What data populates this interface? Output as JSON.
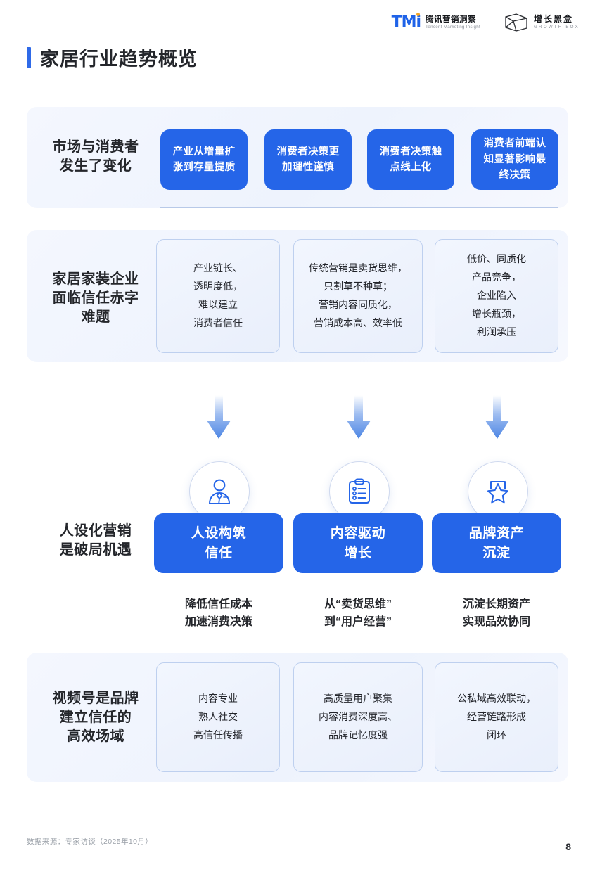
{
  "header": {
    "tmi_mark": "TMi",
    "tmi_cn": "腾讯营销洞察",
    "tmi_en": "Tencent Marketing Insight",
    "gb_cn": "增长黑盒",
    "gb_en": "GROWTH BOX"
  },
  "page_title": "家居行业趋势概览",
  "sections": [
    {
      "label": "市场与消费者\n发生了变化",
      "label_lines": [
        "市场与消费者",
        "发生了变化"
      ],
      "cards": [
        "产业从增量扩张到存量提质",
        "消费者决策更加理性谨慎",
        "消费者决策触点线上化",
        "消费者前端认知显著影响最终决策"
      ],
      "card_lines": [
        [
          "产业从增量扩",
          "张到存量提质"
        ],
        [
          "消费者决策更",
          "加理性谨慎"
        ],
        [
          "消费者决策触",
          "点线上化"
        ],
        [
          "消费者前端认",
          "知显著影响最",
          "终决策"
        ]
      ]
    },
    {
      "label_lines": [
        "家居家装企业",
        "面临信任赤字",
        "难题"
      ],
      "card_lines": [
        [
          "产业链长、",
          "透明度低，",
          "难以建立",
          "消费者信任"
        ],
        [
          "传统营销是卖货思维，",
          "只割草不种草；",
          "营销内容同质化，",
          "营销成本高、效率低"
        ],
        [
          "低价、同质化",
          "产品竞争，",
          "企业陷入",
          "增长瓶颈，",
          "利润承压"
        ]
      ]
    },
    {
      "label_lines": [
        "人设化营销",
        "是破局机遇"
      ],
      "items": [
        {
          "icon": "persona-icon",
          "cta_lines": [
            "人设构筑",
            "信任"
          ],
          "caption_lines": [
            "降低信任成本",
            "加速消费决策"
          ]
        },
        {
          "icon": "clipboard-checklist-icon",
          "cta_lines": [
            "内容驱动",
            "增长"
          ],
          "caption_lines": [
            "从“卖货思维”",
            "到“用户经营”"
          ]
        },
        {
          "icon": "star-badge-icon",
          "cta_lines": [
            "品牌资产",
            "沉淀"
          ],
          "caption_lines": [
            "沉淀长期资产",
            "实现品效协同"
          ]
        }
      ]
    },
    {
      "label_lines": [
        "视频号是品牌",
        "建立信任的",
        "高效场域"
      ],
      "card_lines": [
        [
          "内容专业",
          "熟人社交",
          "高信任传播"
        ],
        [
          "高质量用户聚集",
          "内容消费深度高、",
          "品牌记忆度强"
        ],
        [
          "公私域高效联动，",
          "经营链路形成",
          "闭环"
        ]
      ]
    }
  ],
  "footer": {
    "source": "数据来源：专家访谈（2025年10月）",
    "page_number": "8"
  },
  "colors": {
    "accent_blue": "#2565e8",
    "title_bar": "#2f6ae8",
    "panel_bg": "#f2f6fe",
    "card_border": "#bed0ef",
    "text_dark": "#24262b",
    "muted": "#9aa0a8"
  }
}
